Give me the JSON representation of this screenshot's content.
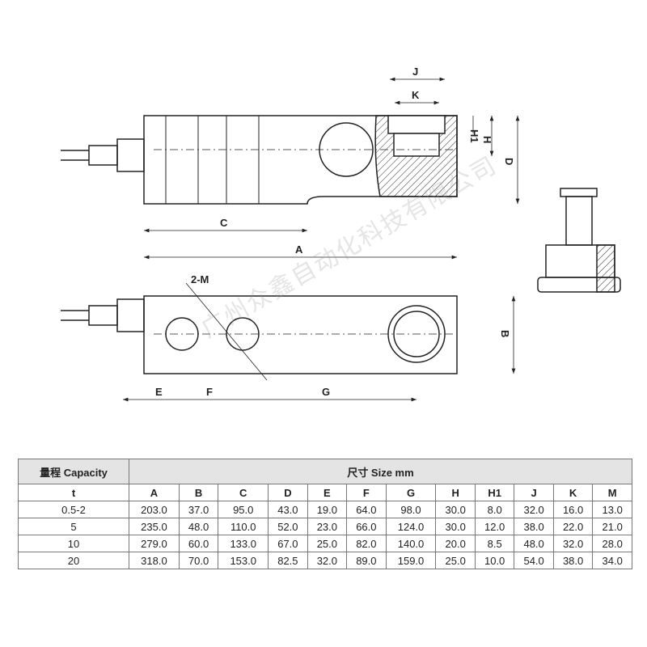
{
  "drawing": {
    "labels": {
      "J": "J",
      "K": "K",
      "H1": "H1",
      "H": "H",
      "D": "D",
      "C": "C",
      "A": "A",
      "M": "2-M",
      "B": "B",
      "E": "E",
      "F": "F",
      "G": "G"
    },
    "watermark": "广州众鑫自动化科技有限公司"
  },
  "table": {
    "capacity_header": "量程 Capacity",
    "size_header": "尺寸 Size mm",
    "unit": "t",
    "columns": [
      "A",
      "B",
      "C",
      "D",
      "E",
      "F",
      "G",
      "H",
      "H1",
      "J",
      "K",
      "M"
    ],
    "rows": [
      {
        "capacity": "0.5-2",
        "values": [
          "203.0",
          "37.0",
          "95.0",
          "43.0",
          "19.0",
          "64.0",
          "98.0",
          "30.0",
          "8.0",
          "32.0",
          "16.0",
          "13.0"
        ]
      },
      {
        "capacity": "5",
        "values": [
          "235.0",
          "48.0",
          "110.0",
          "52.0",
          "23.0",
          "66.0",
          "124.0",
          "30.0",
          "12.0",
          "38.0",
          "22.0",
          "21.0"
        ]
      },
      {
        "capacity": "10",
        "values": [
          "279.0",
          "60.0",
          "133.0",
          "67.0",
          "25.0",
          "82.0",
          "140.0",
          "20.0",
          "8.5",
          "48.0",
          "32.0",
          "28.0"
        ]
      },
      {
        "capacity": "20",
        "values": [
          "318.0",
          "70.0",
          "153.0",
          "82.5",
          "32.0",
          "89.0",
          "159.0",
          "25.0",
          "10.0",
          "54.0",
          "38.0",
          "34.0"
        ]
      }
    ]
  }
}
